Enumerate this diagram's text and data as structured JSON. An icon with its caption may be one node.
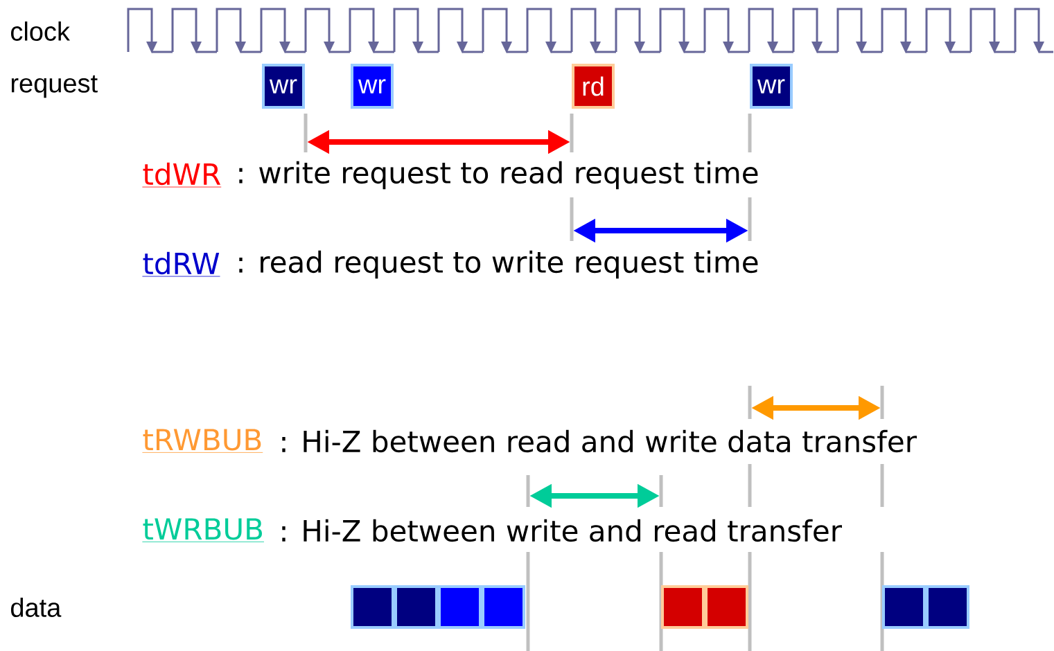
{
  "diagram": {
    "nodes": [
      {
        "text": [
          "wr"
        ]
      },
      {
        "text": [
          "wr"
        ]
      },
      {
        "text": [
          "rd"
        ]
      },
      {
        "text": [
          "wr"
        ]
      },
      {
        "text": [],
        "shape": "box"
      },
      {
        "text": [],
        "shape": "box"
      },
      {
        "text": [],
        "shape": "box"
      },
      {
        "text": [],
        "shape": "box"
      },
      {
        "text": [],
        "shape": "box"
      },
      {
        "text": [],
        "shape": "box"
      },
      {
        "text": [],
        "shape": "box"
      },
      {
        "text": [],
        "shape": "box"
      }
    ],
    "labels": [
      "clock",
      "request",
      "tdWR",
      ": write request to read request time",
      "tdRW",
      ": read request to write request time",
      "tRWBUB",
      ": Hi-Z between read and write data transfer",
      "tWRBUB",
      ": Hi-Z between write and read transfer",
      "data"
    ]
  }
}
